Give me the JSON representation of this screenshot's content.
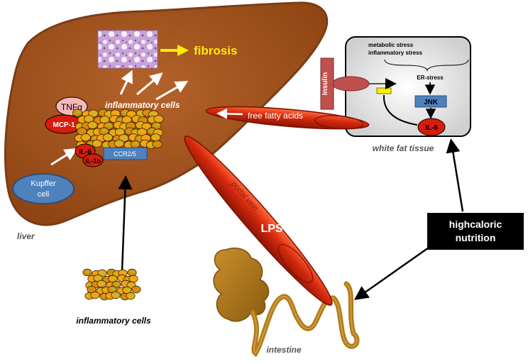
{
  "labels": {
    "fibrosis": "fibrosis",
    "inflammatory_cells_liver": "inflammatory cells",
    "tnf": "TNFα",
    "mcp1": "MCP-1",
    "il6_liver": "IL-6",
    "il1b": "IL-1b",
    "ccr": "CCR2/5",
    "kupffer_line1": "Kupffer",
    "kupffer_line2": "cell",
    "liver": "liver",
    "free_fatty_acids": "free fatty acids",
    "portal_vein": "portal vein",
    "lps": "LPS",
    "intestine": "intestine",
    "inflammatory_cells_bottom": "inflammatory cells",
    "metabolic_stress": "metabolic stress",
    "inflammatory_stress": "inflammatory stress",
    "er_stress": "ER-stress",
    "jnk": "JNK",
    "il6_fat": "IL-6",
    "insulin": "Insulin",
    "white_fat_tissue": "white fat tissue",
    "highcaloric_line1": "highcaloric",
    "highcaloric_line2": "nutrition"
  },
  "colors": {
    "liver_fill": "#a0521d",
    "liver_stroke": "#7a3d14",
    "vessel_red": "#d4290f",
    "fibrosis_yellow": "#ffee00",
    "jnk_blue": "#4f81bd",
    "insulin_red": "#c0504d",
    "cell_orange": "#f2a516",
    "intestine_brown": "#b07a1a",
    "nutrition_box": "#000000"
  }
}
